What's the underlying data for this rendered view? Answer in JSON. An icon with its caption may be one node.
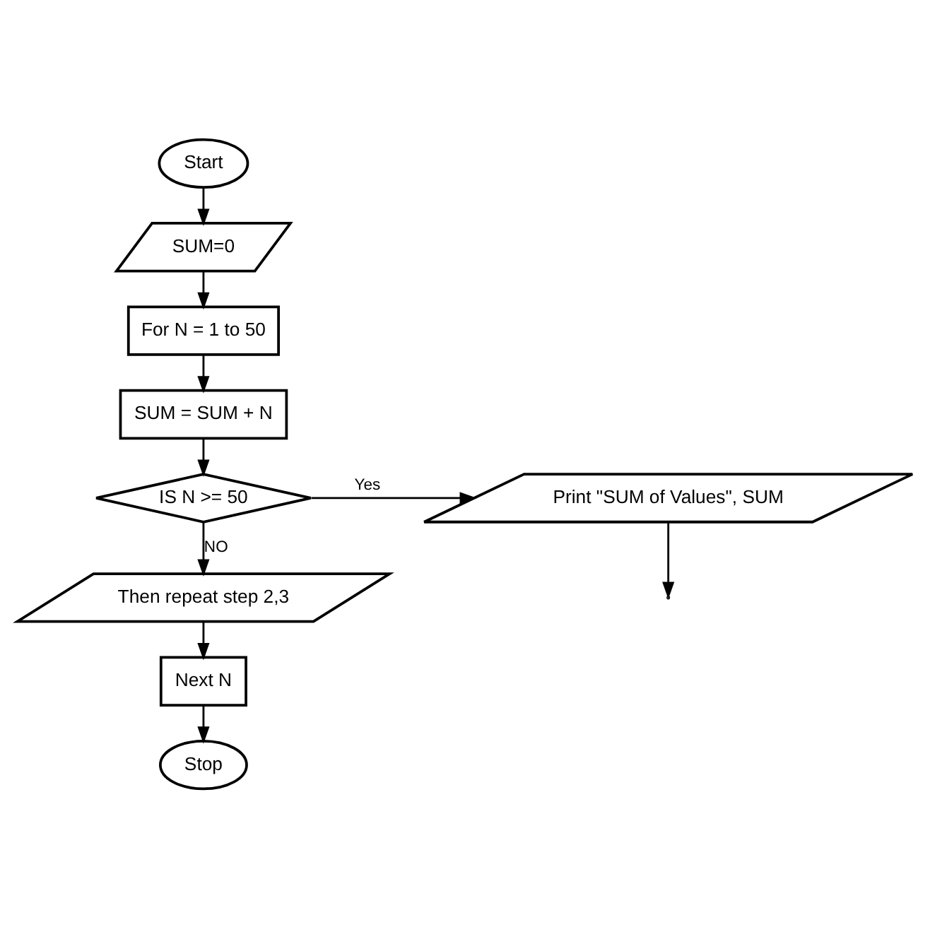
{
  "diagram": {
    "nodes": [
      {
        "text": [
          "Start"
        ]
      },
      {
        "text": [
          "SUM=0"
        ]
      },
      {
        "text": [
          "For N = 1 to 50"
        ]
      },
      {
        "text": [
          "SUM = SUM + N"
        ]
      },
      {
        "text": [
          "IS N >= 50"
        ]
      },
      {
        "text": [
          "Print \"SUM of Values\", SUM"
        ]
      },
      {
        "text": [
          "Then repeat step 2,3"
        ]
      },
      {
        "text": [
          "Next N"
        ]
      },
      {
        "text": [
          "Stop"
        ]
      }
    ],
    "edges": [
      {
        "from": 0,
        "to": 1,
        "arrow": "to"
      },
      {
        "from": 1,
        "to": 2,
        "arrow": "to"
      },
      {
        "from": 2,
        "to": 3,
        "arrow": "to"
      },
      {
        "from": 3,
        "to": 4,
        "arrow": "to"
      },
      {
        "from": 4,
        "to": 5,
        "arrow": "to",
        "label": "Yes"
      },
      {
        "from": 5,
        "to": null,
        "arrow": "to"
      },
      {
        "from": 4,
        "to": 6,
        "arrow": "to",
        "label": "NO"
      },
      {
        "from": 6,
        "to": 7,
        "arrow": "to"
      },
      {
        "from": 7,
        "to": 8,
        "arrow": "to"
      }
    ]
  }
}
